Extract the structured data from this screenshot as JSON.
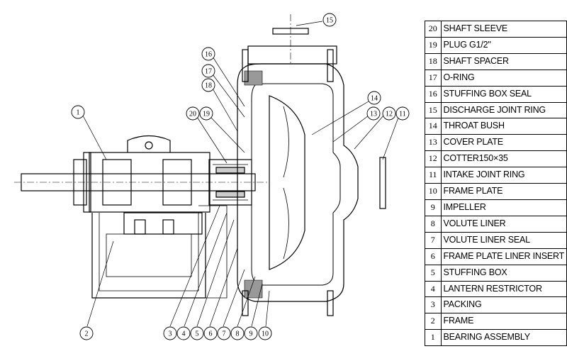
{
  "parts": [
    {
      "no": "20",
      "name": "SHAFT SLEEVE"
    },
    {
      "no": "19",
      "name": "PLUG G1/2\""
    },
    {
      "no": "18",
      "name": "SHAFT SPACER"
    },
    {
      "no": "17",
      "name": "O-RING"
    },
    {
      "no": "16",
      "name": "STUFFING BOX SEAL"
    },
    {
      "no": "15",
      "name": "DISCHARGE JOINT RING"
    },
    {
      "no": "14",
      "name": "THROAT BUSH"
    },
    {
      "no": "13",
      "name": "COVER PLATE"
    },
    {
      "no": "12",
      "name": "COTTER150×35"
    },
    {
      "no": "11",
      "name": "INTAKE JOINT RING"
    },
    {
      "no": "10",
      "name": "FRAME PLATE"
    },
    {
      "no": "9",
      "name": "IMPELLER"
    },
    {
      "no": "8",
      "name": "VOLUTE LINER"
    },
    {
      "no": "7",
      "name": "VOLUTE LINER SEAL"
    },
    {
      "no": "6",
      "name": "FRAME PLATE LINER INSERT"
    },
    {
      "no": "5",
      "name": "STUFFING BOX"
    },
    {
      "no": "4",
      "name": "LANTERN RESTRICTOR"
    },
    {
      "no": "3",
      "name": "PACKING"
    },
    {
      "no": "2",
      "name": "FRAME"
    },
    {
      "no": "1",
      "name": "BEARING ASSEMBLY"
    }
  ],
  "callouts": [
    "15",
    "16",
    "17",
    "18",
    "20",
    "19",
    "1",
    "14",
    "13",
    "12",
    "11",
    "2",
    "3",
    "4",
    "5",
    "6",
    "7",
    "8",
    "9",
    "10"
  ]
}
